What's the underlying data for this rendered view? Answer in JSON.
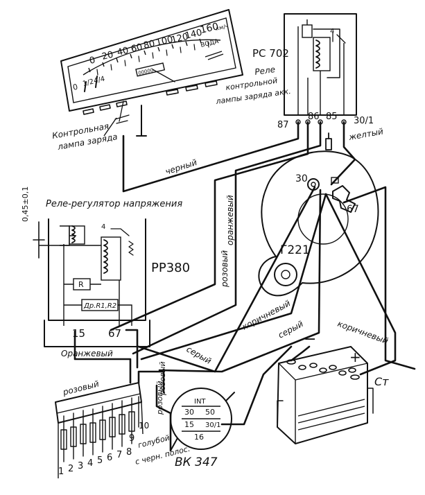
{
  "speedometer": {
    "scale": [
      "0",
      "20",
      "40",
      "60",
      "80",
      "100",
      "120",
      "140",
      "160"
    ],
    "unit": "км/ч",
    "voda": "ВОДА",
    "fuel": [
      "0",
      "1/2",
      "4/4"
    ],
    "odometer": "00000"
  },
  "charge_lamp_label": [
    "Контрольная",
    "лампа заряда"
  ],
  "relay_rs702": {
    "name": "РС 702",
    "caption": [
      "Реле",
      "контрольной",
      "лампы заряда акк."
    ],
    "terminals": [
      "87",
      "86",
      "85",
      "30/1"
    ],
    "coil_mark": "4"
  },
  "regulator": {
    "title": "Реле-регулятор напряжения",
    "name": "РР380",
    "side_value": "0,45±0,1",
    "resistor_r": "R",
    "resistor_d": "Др.R1,R2",
    "terminals": [
      "15",
      "67"
    ],
    "mark": "4"
  },
  "generator": {
    "name": "Г221",
    "terminal_30": "30",
    "terminal_67": "67"
  },
  "wires": {
    "black": "черный",
    "yellow": "желтый",
    "orange_1": "оранжевый",
    "pink_1": "розовый",
    "brown_1": "коричневый",
    "grey_1": "серый",
    "brown_2": "коричневый",
    "grey_2": "серый",
    "orange_2": "Оранжевый",
    "pink_2": "розовый",
    "pink_3": "розовый",
    "blue": "голубой",
    "blue_black": "с черн. полос."
  },
  "battery": {
    "minus": "−",
    "plus": "+",
    "starter": "Ст"
  },
  "fuse_block": {
    "numbers": [
      "1",
      "2",
      "3",
      "4",
      "5",
      "6",
      "7",
      "8",
      "9",
      "10"
    ]
  },
  "ignition_switch": {
    "name": "ВК 347",
    "contacts": [
      "INT",
      "30",
      "50",
      "15",
      "30/1",
      "16"
    ]
  }
}
